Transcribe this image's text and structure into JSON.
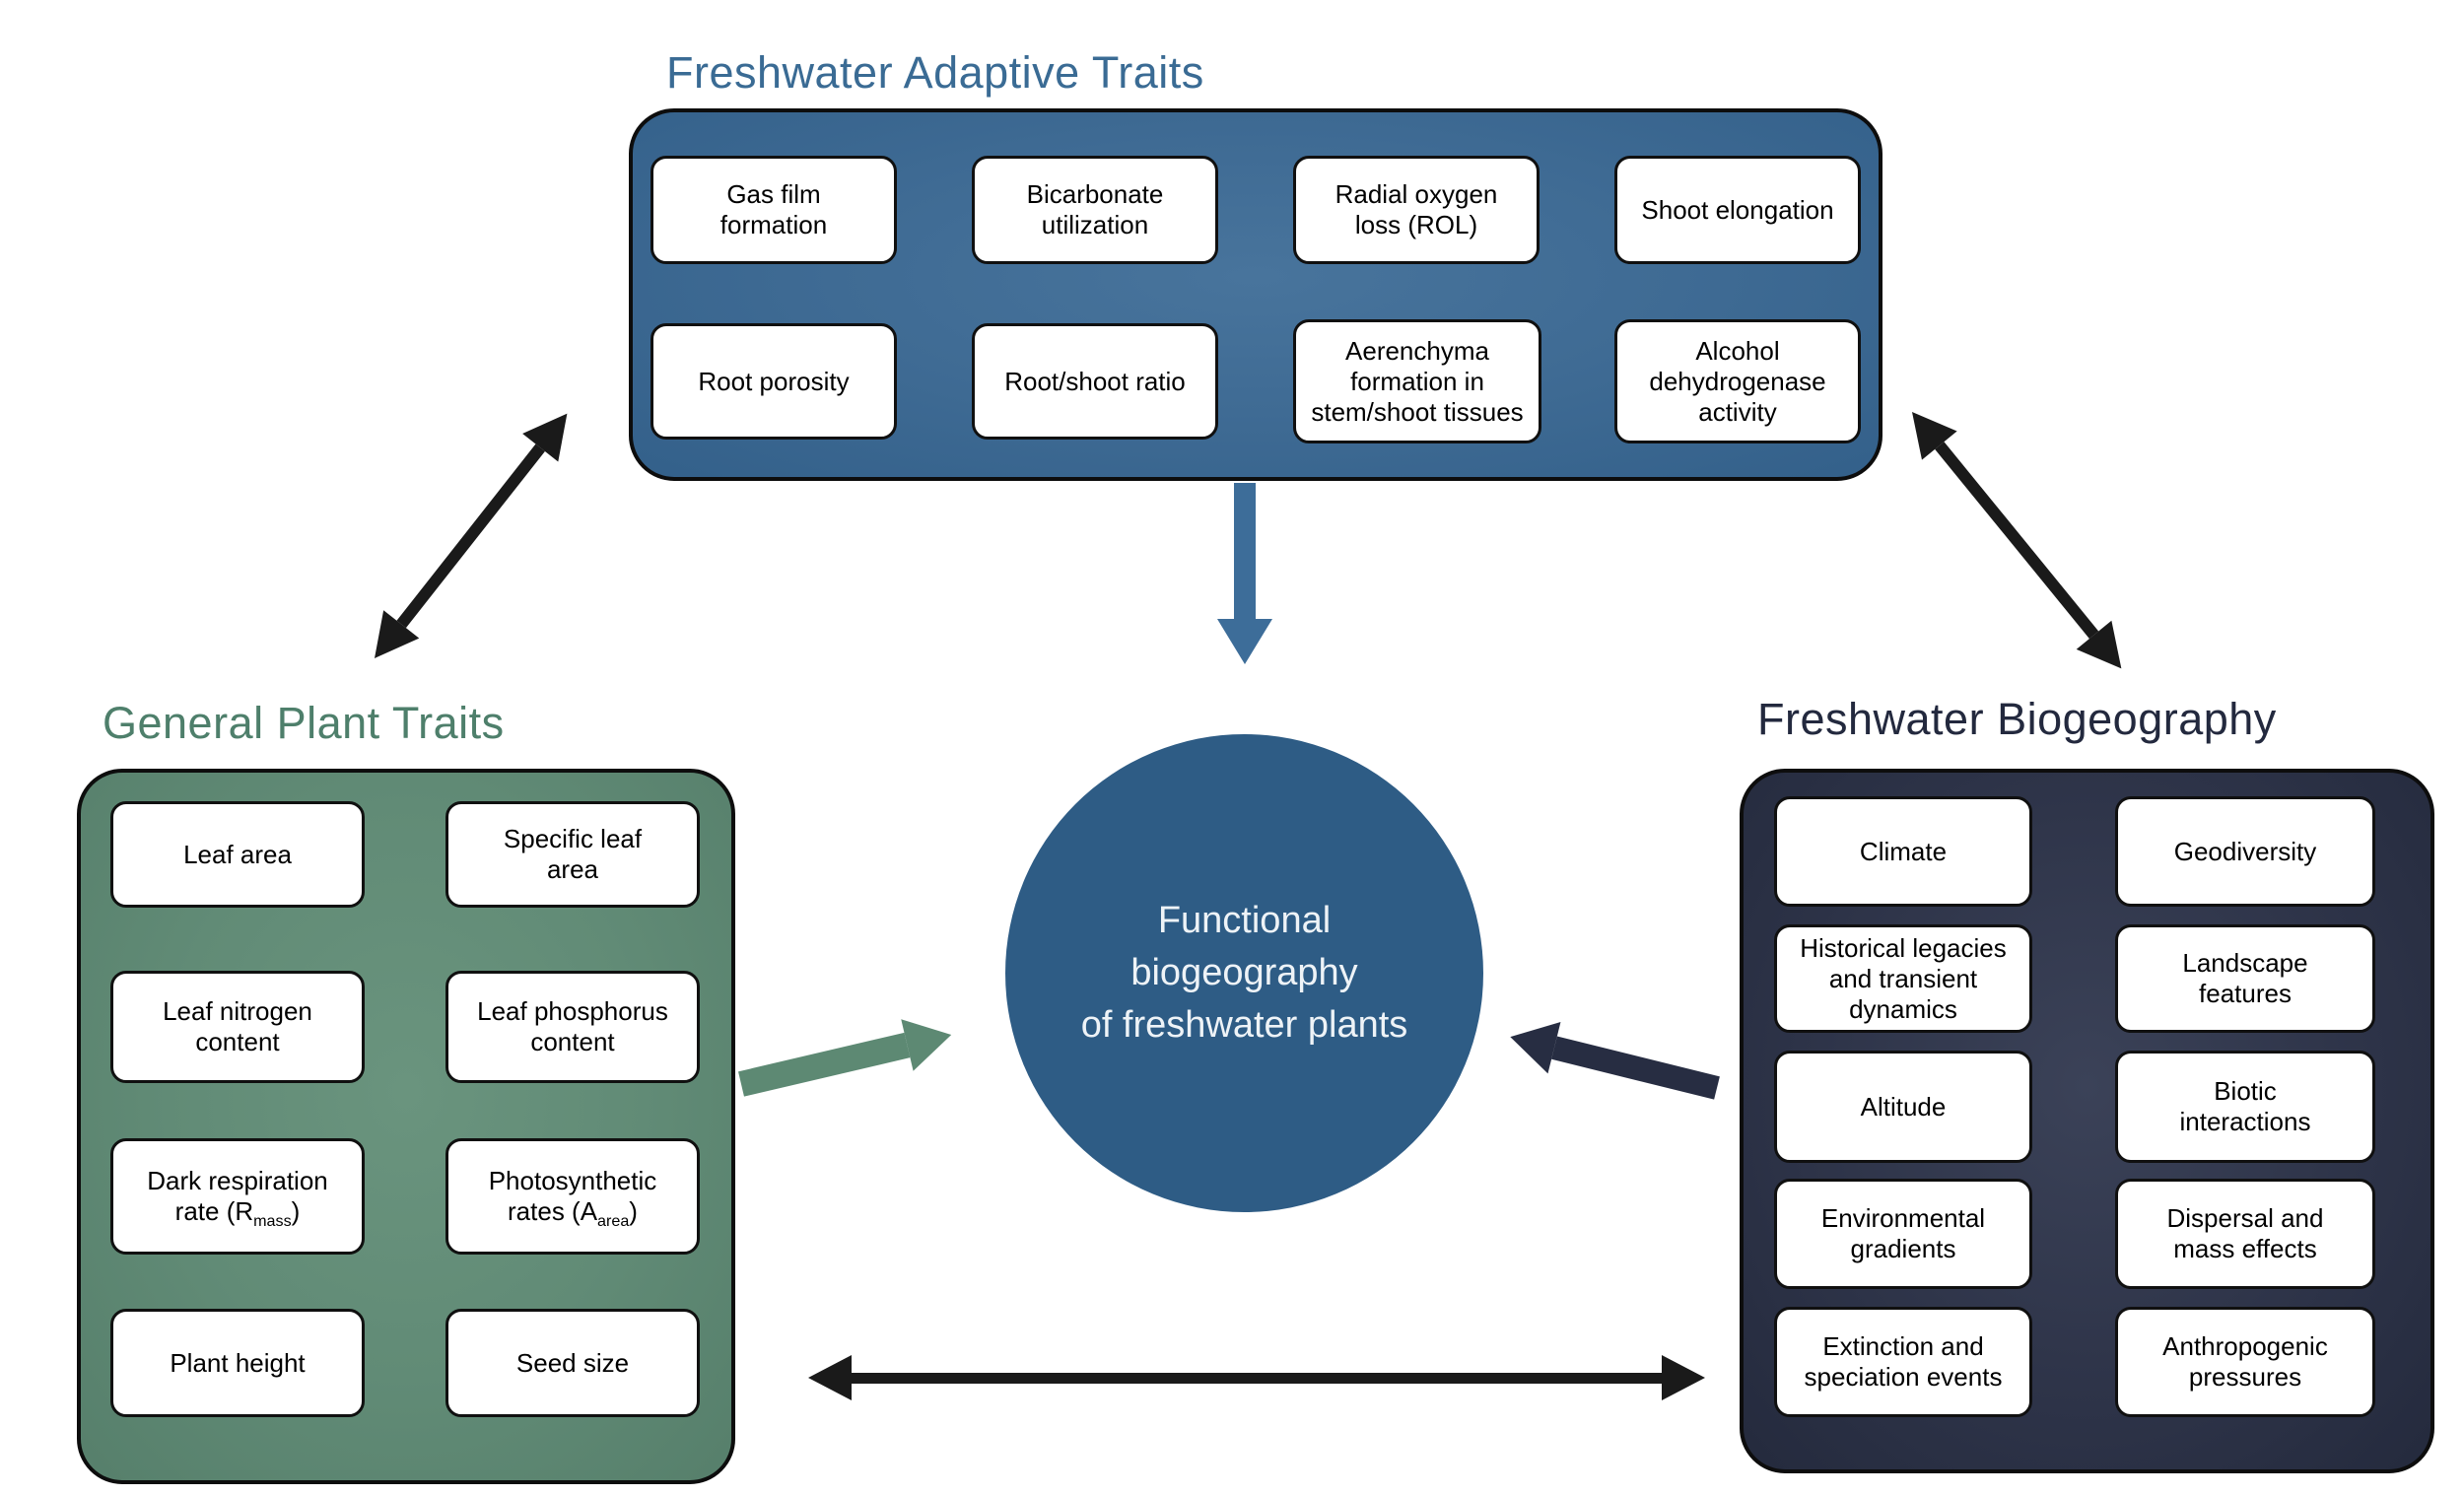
{
  "colors": {
    "top_panel_fill": "#3f6b94",
    "top_panel_highlight": "#48749c",
    "top_title": "#3a6b94",
    "left_panel_fill": "#618b76",
    "left_panel_highlight": "#6a947e",
    "left_title": "#4e7f6b",
    "right_panel_fill": "#2e3449",
    "right_panel_highlight": "#3b4258",
    "right_title": "#23293e",
    "circle_fill": "#2e5c85",
    "circle_text": "#eef3f7",
    "trait_box_fill": "#ffffff",
    "trait_box_border": "#101010",
    "panel_outline": "#0d0d0d",
    "arrow_black": "#1a1a1a",
    "arrow_blue": "#3d6d99",
    "arrow_green": "#5d8973",
    "arrow_navy": "#272d42"
  },
  "top_section": {
    "title": "Freshwater Adaptive Traits",
    "items": [
      {
        "label": "Gas film\nformation"
      },
      {
        "label": "Bicarbonate\nutilization"
      },
      {
        "label": "Radial oxygen\nloss (ROL)"
      },
      {
        "label": "Shoot elongation"
      },
      {
        "label": "Root porosity"
      },
      {
        "label": "Root/shoot ratio"
      },
      {
        "label": "Aerenchyma\nformation in\nstem/shoot tissues"
      },
      {
        "label": "Alcohol\ndehydrogenase\nactivity"
      }
    ]
  },
  "left_section": {
    "title": "General Plant Traits",
    "items": [
      {
        "label": "Leaf area"
      },
      {
        "label": "Specific leaf\narea"
      },
      {
        "label": "Leaf nitrogen\ncontent"
      },
      {
        "label": "Leaf phosphorus\ncontent"
      },
      {
        "pre": "Dark respiration\nrate (R",
        "sub": "mass",
        "post": ")"
      },
      {
        "pre": "Photosynthetic\nrates (A",
        "sub": "area",
        "post": ")"
      },
      {
        "label": "Plant height"
      },
      {
        "label": "Seed size"
      }
    ]
  },
  "right_section": {
    "title": "Freshwater Biogeography",
    "items": [
      {
        "label": "Climate"
      },
      {
        "label": "Geodiversity"
      },
      {
        "label": "Historical legacies\nand transient\ndynamics"
      },
      {
        "label": "Landscape\nfeatures"
      },
      {
        "label": "Altitude"
      },
      {
        "label": "Biotic\ninteractions"
      },
      {
        "label": "Environmental\ngradients"
      },
      {
        "label": "Dispersal and\nmass effects"
      },
      {
        "label": "Extinction and\nspeciation events"
      },
      {
        "label": "Anthropogenic\npressures"
      }
    ]
  },
  "center": {
    "lines": [
      "Functional",
      "biogeography",
      "of freshwater plants"
    ]
  }
}
